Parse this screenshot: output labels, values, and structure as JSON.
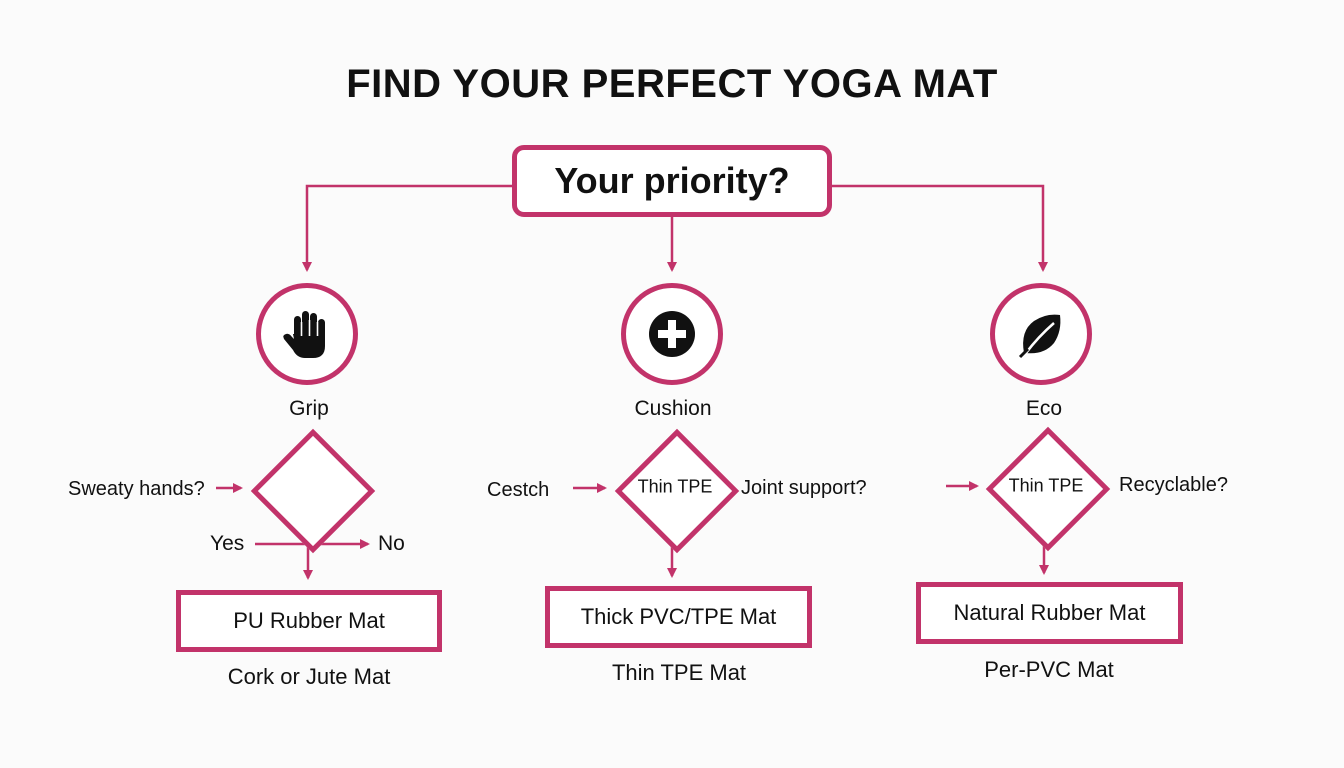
{
  "title": "FIND YOUR PERFECT YOGA MAT",
  "root": {
    "question": "Your priority?"
  },
  "branches": [
    {
      "label": "Grip",
      "icon": "hand-icon",
      "question": "Sweaty hands?",
      "diamond_text": "",
      "yes_label": "Yes",
      "no_label": "No",
      "result": "PU Rubber Mat",
      "alt_result": "Cork or Jute Mat"
    },
    {
      "label": "Cushion",
      "icon": "plus-circle-icon",
      "question": "Cestch",
      "diamond_text": "Thin TPE",
      "side_text": "Joint support?",
      "result": "Thick PVC/TPE Mat",
      "alt_result": "Thin TPE Mat"
    },
    {
      "label": "Eco",
      "icon": "leaf-icon",
      "diamond_text": "Thin TPE",
      "side_text": "Recyclable?",
      "result": "Natural Rubber Mat",
      "alt_result": "Per-PVC Mat"
    }
  ],
  "colors": {
    "accent": "#c2336a",
    "text": "#111111",
    "background": "#fbfbfb"
  }
}
